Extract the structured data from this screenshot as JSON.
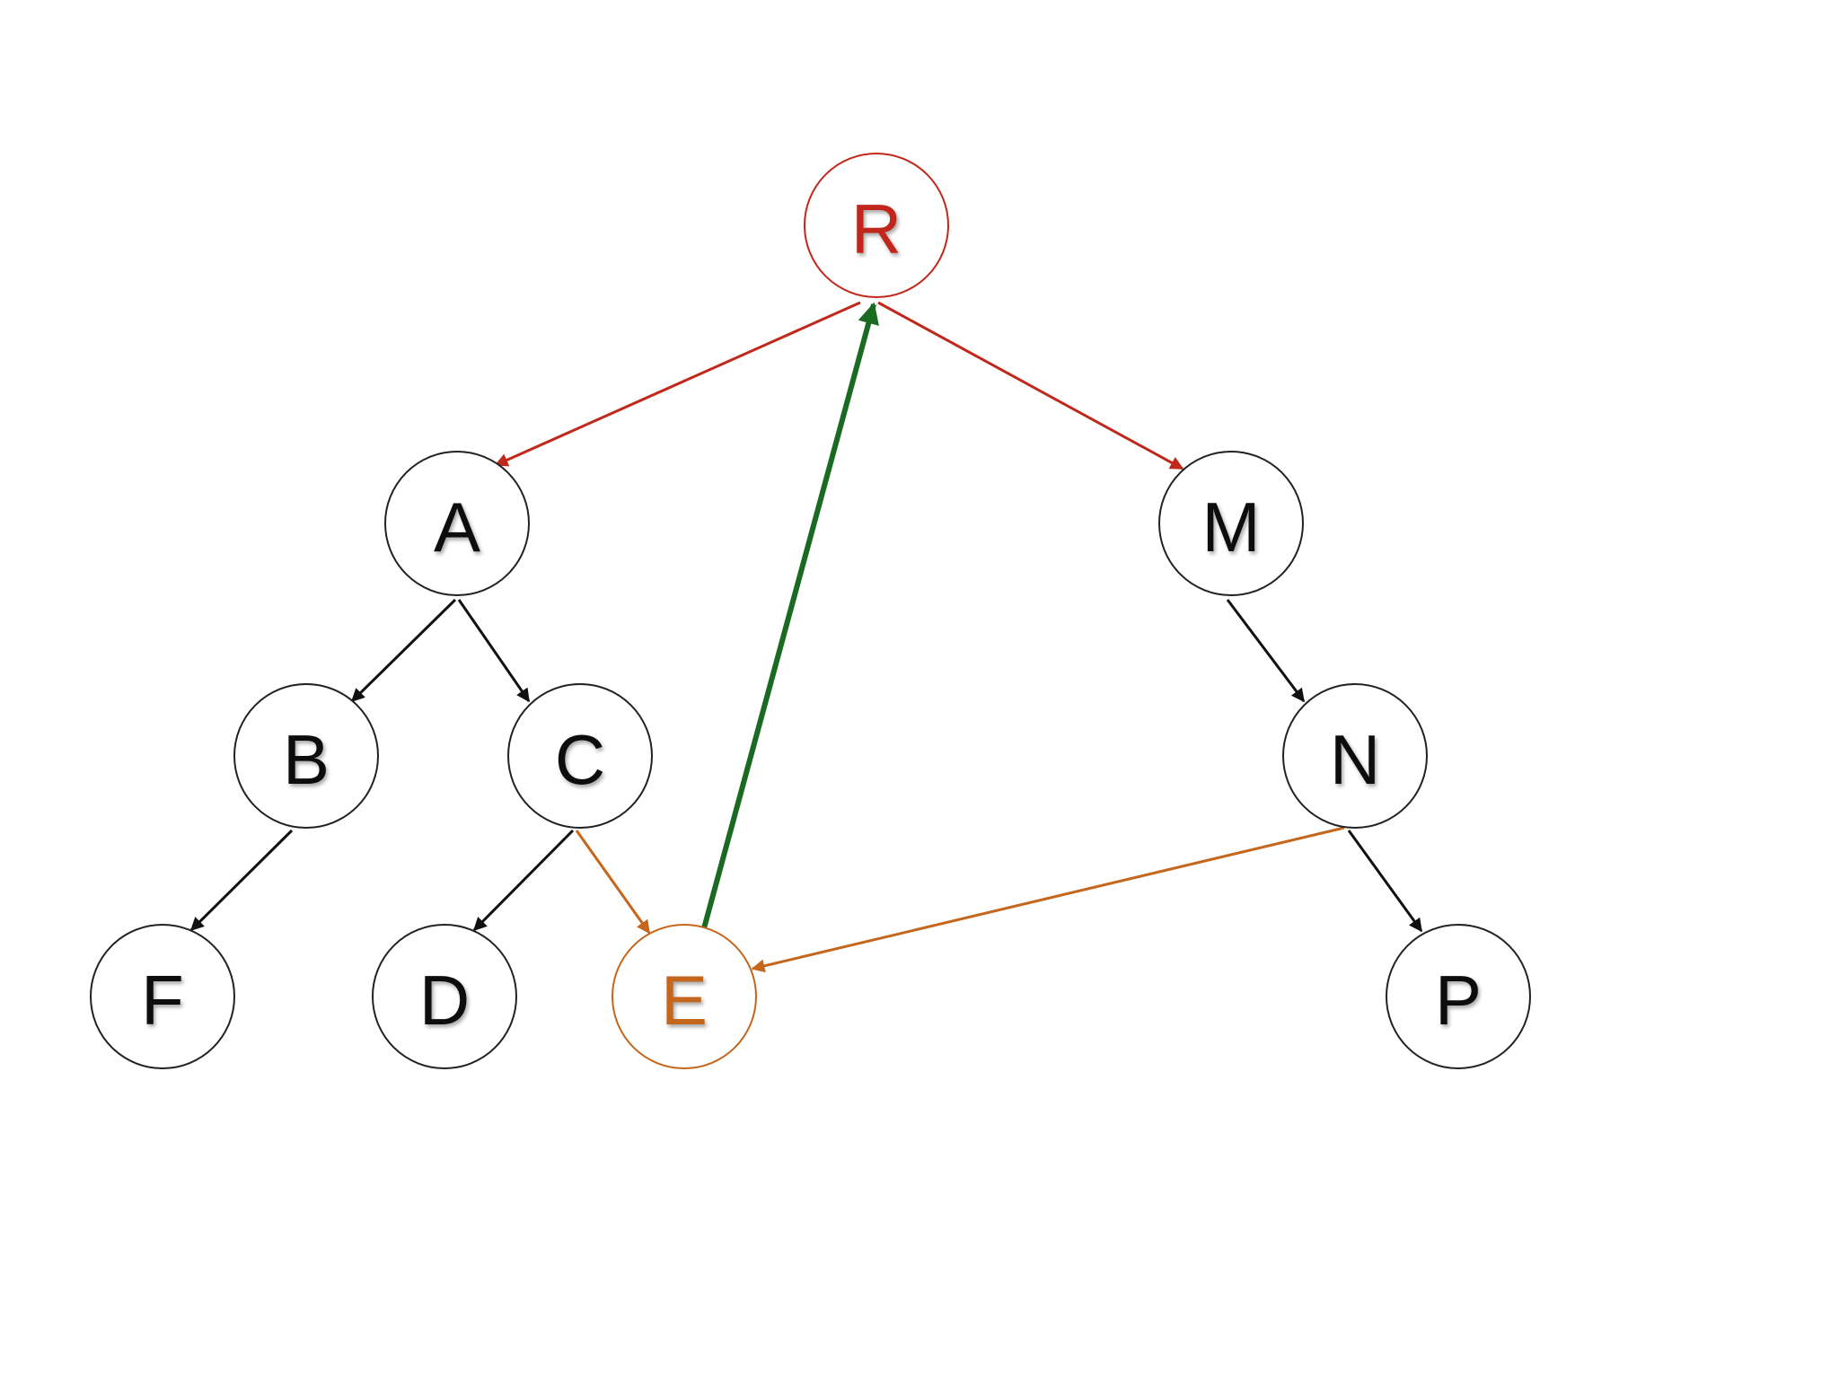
{
  "colors": {
    "default": "#111111",
    "root": "#c0281c",
    "highlight": "#c4661c",
    "back_edge": "#1a6b22",
    "background": "#ffffff"
  },
  "nodes": [
    {
      "id": "R",
      "label": "R",
      "style": "root"
    },
    {
      "id": "A",
      "label": "A",
      "style": "default"
    },
    {
      "id": "M",
      "label": "M",
      "style": "default"
    },
    {
      "id": "B",
      "label": "B",
      "style": "default"
    },
    {
      "id": "C",
      "label": "C",
      "style": "default"
    },
    {
      "id": "N",
      "label": "N",
      "style": "default"
    },
    {
      "id": "F",
      "label": "F",
      "style": "default"
    },
    {
      "id": "D",
      "label": "D",
      "style": "default"
    },
    {
      "id": "E",
      "label": "E",
      "style": "highlight"
    },
    {
      "id": "P",
      "label": "P",
      "style": "default"
    }
  ],
  "edges": [
    {
      "from": "R",
      "to": "A",
      "style": "root"
    },
    {
      "from": "R",
      "to": "M",
      "style": "root"
    },
    {
      "from": "A",
      "to": "B",
      "style": "default"
    },
    {
      "from": "A",
      "to": "C",
      "style": "default"
    },
    {
      "from": "B",
      "to": "F",
      "style": "default"
    },
    {
      "from": "C",
      "to": "D",
      "style": "default"
    },
    {
      "from": "C",
      "to": "E",
      "style": "highlight"
    },
    {
      "from": "M",
      "to": "N",
      "style": "default"
    },
    {
      "from": "N",
      "to": "P",
      "style": "default"
    },
    {
      "from": "N",
      "to": "E",
      "style": "highlight"
    },
    {
      "from": "E",
      "to": "R",
      "style": "back_edge"
    }
  ]
}
